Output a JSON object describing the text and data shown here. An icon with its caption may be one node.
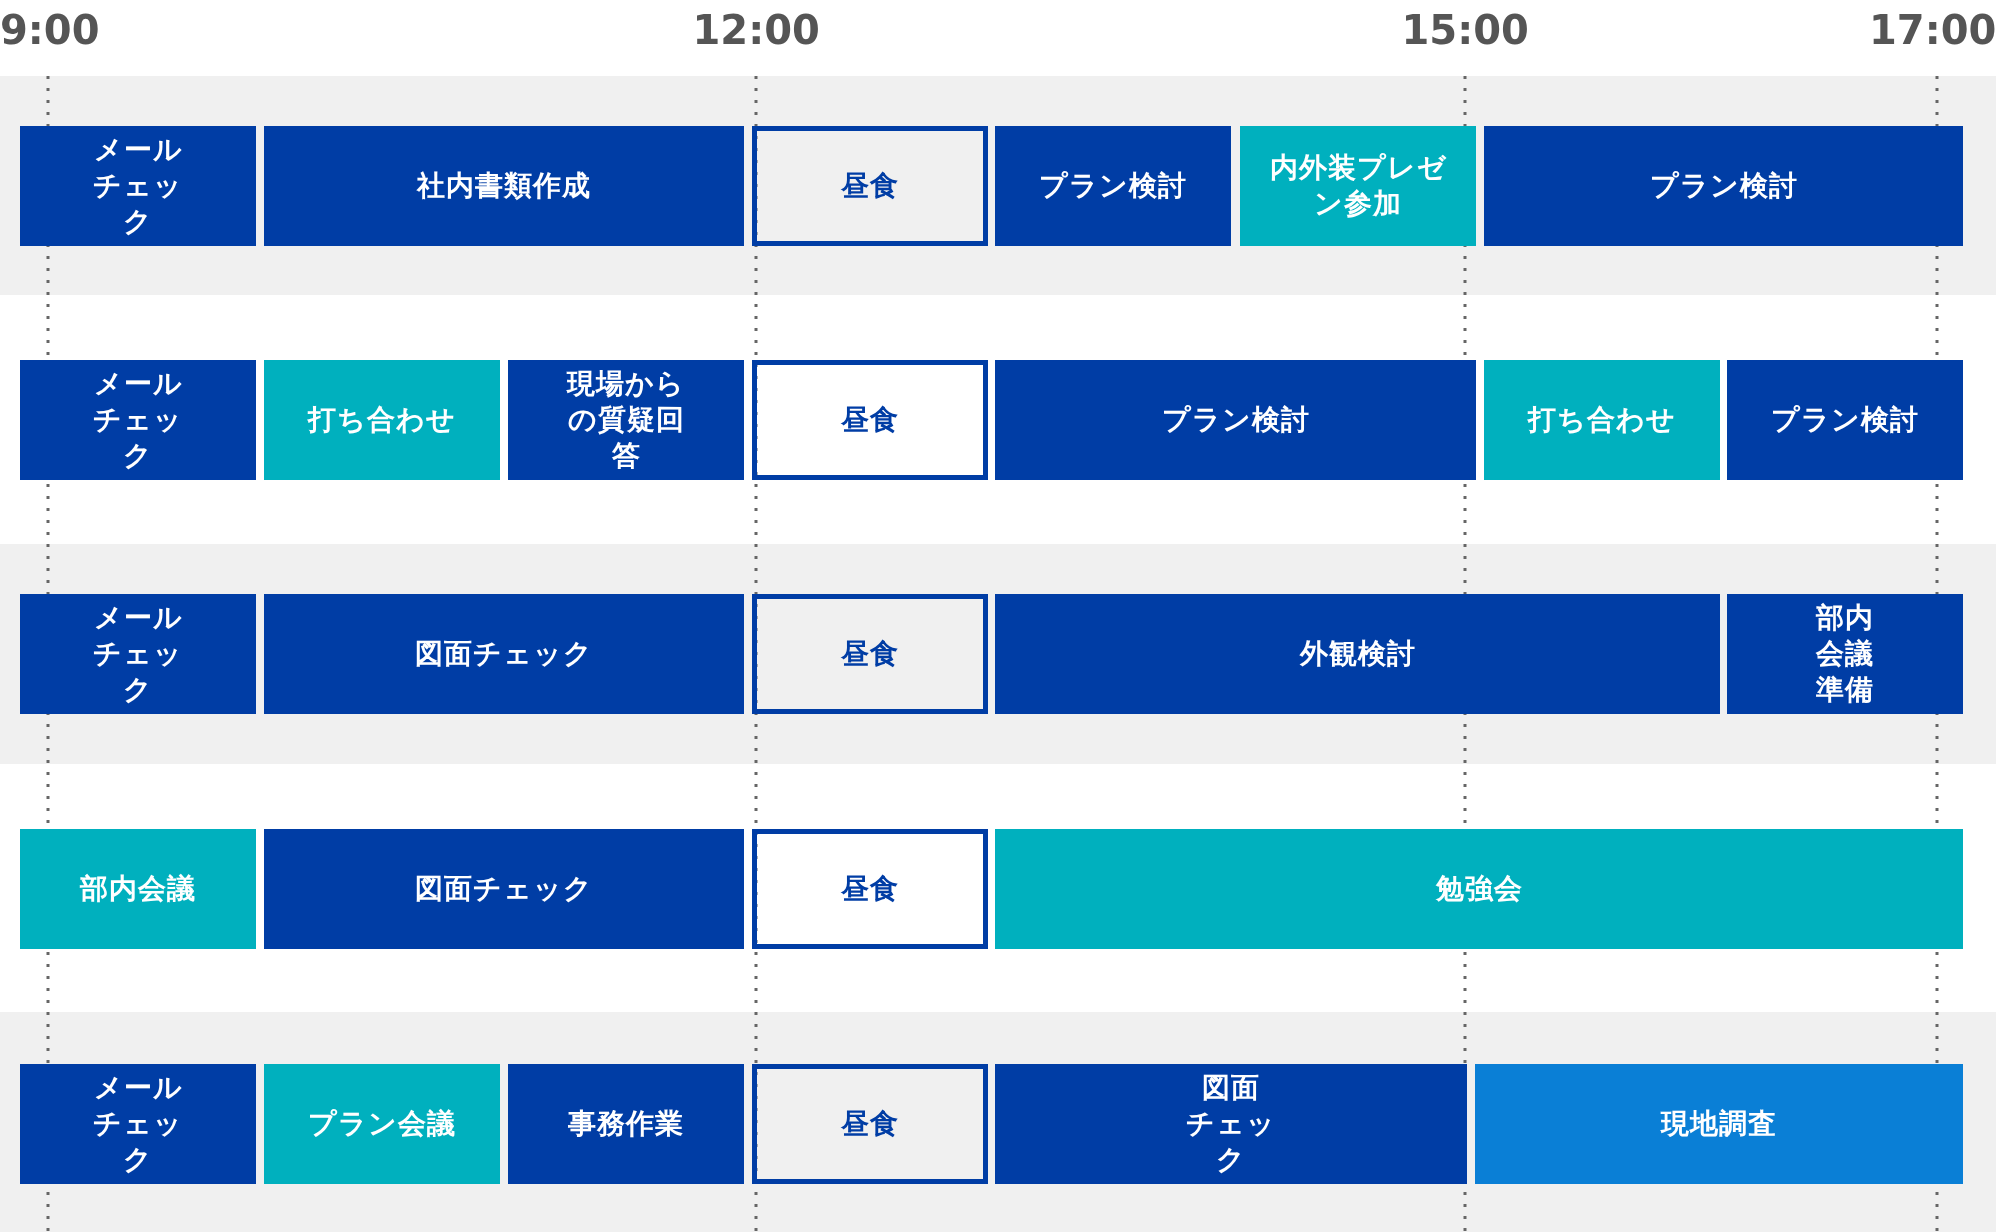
{
  "diagram": {
    "nodes": [
      {
        "text": [
          "メールチェック"
        ]
      },
      {
        "text": [
          "社内書類作成"
        ]
      },
      {
        "text": [
          "昼食"
        ]
      },
      {
        "text": [
          "プラン検討"
        ]
      },
      {
        "text": [
          "内外装プレゼン参加"
        ]
      },
      {
        "text": [
          "プラン検討"
        ]
      },
      {
        "text": [
          "メールチェック"
        ]
      },
      {
        "text": [
          "打ち合わせ"
        ]
      },
      {
        "text": [
          "現場からの質疑回答"
        ]
      },
      {
        "text": [
          "昼食"
        ]
      },
      {
        "text": [
          "プラン検討"
        ]
      },
      {
        "text": [
          "打ち合わせ"
        ]
      },
      {
        "text": [
          "プラン検討"
        ]
      },
      {
        "text": [
          "メールチェック"
        ]
      },
      {
        "text": [
          "図面チェック"
        ]
      },
      {
        "text": [
          "昼食"
        ]
      },
      {
        "text": [
          "外観検討"
        ]
      },
      {
        "text": [
          "部内会議準備"
        ]
      },
      {
        "text": [
          "部内会議"
        ]
      },
      {
        "text": [
          "図面チェック"
        ]
      },
      {
        "text": [
          "昼食"
        ]
      },
      {
        "text": [
          "勉強会"
        ]
      },
      {
        "text": [
          "メールチェック"
        ]
      },
      {
        "text": [
          "プラン会議"
        ]
      },
      {
        "text": [
          "事務作業"
        ]
      },
      {
        "text": [
          "昼食"
        ]
      },
      {
        "text": [
          "図面チェック"
        ]
      },
      {
        "text": [
          "現地調査"
        ]
      }
    ],
    "labels": [
      "9:00",
      "12:00",
      "15:00",
      "17:00"
    ]
  }
}
